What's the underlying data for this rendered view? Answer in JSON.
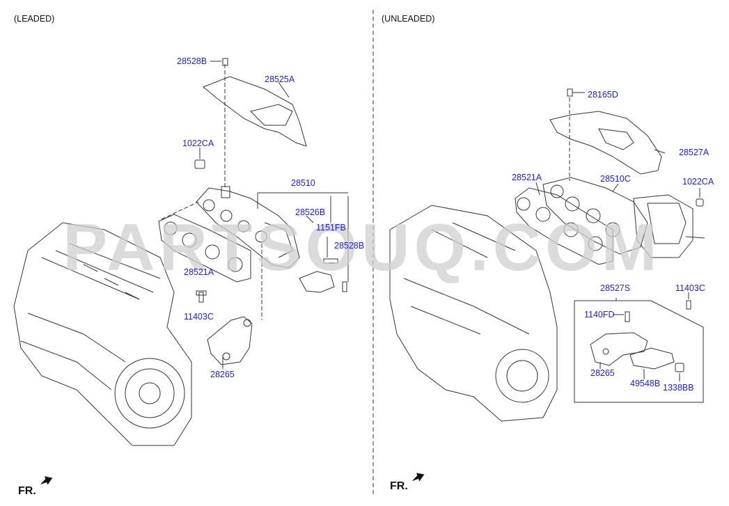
{
  "sections": {
    "left": "(LEADED)",
    "right": "(UNLEADED)"
  },
  "watermark": "PARTSOUQ.COM",
  "front_marker": "FR.",
  "colors": {
    "label": "#1a1aff",
    "line": "#333333",
    "watermark": "#cfcfcf"
  },
  "left_parts": {
    "p28528B_top": "28528B",
    "p28525A": "28525A",
    "p1022CA": "1022CA",
    "p28510": "28510",
    "p28526B": "28526B",
    "p1151FB": "1151FB",
    "p28528B_side": "28528B",
    "p28521A": "28521A",
    "p11403C": "11403C",
    "p28265": "28265"
  },
  "right_parts": {
    "p28165D": "28165D",
    "p28527A": "28527A",
    "p28521A": "28521A",
    "p28510C": "28510C",
    "p1022CA": "1022CA",
    "p28527S": "28527S",
    "p11403C": "11403C",
    "p1140FD": "1140FD",
    "p28265": "28265",
    "p49548B": "49548B",
    "p1338BB": "1338BB"
  }
}
